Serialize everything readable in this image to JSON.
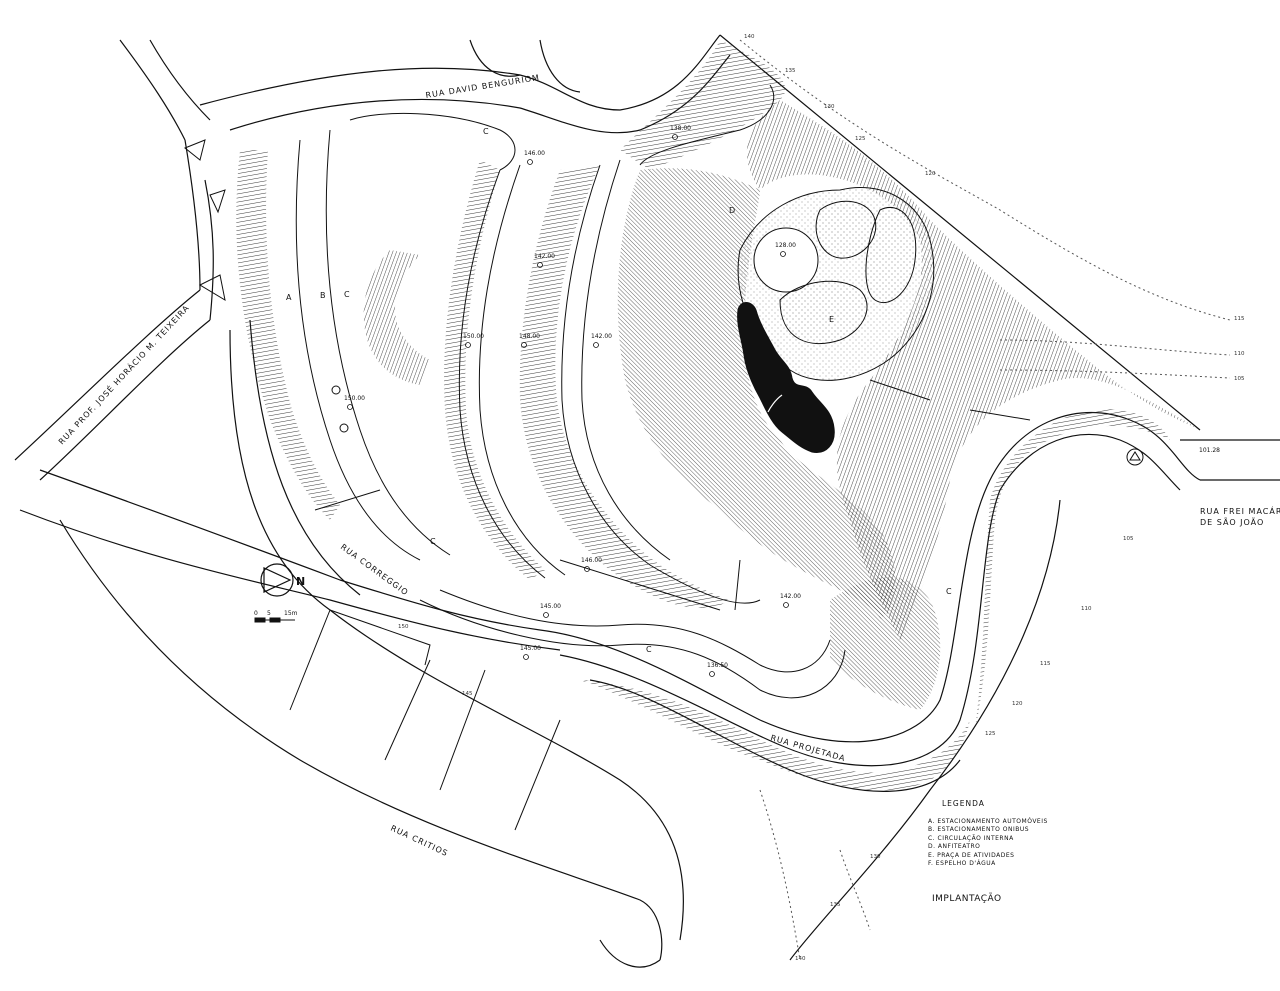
{
  "streets": {
    "david_benguriom": "RUA DAVID BENGURIOM",
    "horacio_teixeira": "RUA PROF. JOSÉ HORÁCIO M. TEIXEIRA",
    "correggio": "RUA CORREGGIO",
    "projetada": "RUA PROJETADA",
    "critios": "RUA CRITIOS",
    "frei_macario_1": "RUA FREI MACÁRIO",
    "frei_macario_2": "DE SÃO JOÃO"
  },
  "elevations": {
    "e146a": "146.00",
    "e138": "138.00",
    "e142a": "142.00",
    "e128": "128.00",
    "e150": "150.00",
    "e148": "148.00",
    "e142b": "142.00",
    "e150b": "150.00",
    "e146b": "146.00",
    "e145": "145.00",
    "e142c": "142.00",
    "e145b": "145.00",
    "e13650": "136.50",
    "e10128": "101.28"
  },
  "contours": [
    "140",
    "135",
    "130",
    "125",
    "120",
    "115",
    "110",
    "105",
    "150",
    "145",
    "105",
    "110",
    "115",
    "120",
    "125",
    "130",
    "135",
    "140"
  ],
  "area_letters": [
    "A",
    "B",
    "C",
    "C",
    "C",
    "D",
    "E",
    "C",
    "C"
  ],
  "north": {
    "label": "N",
    "scale_0": "0",
    "scale_5": "5",
    "scale_15": "15m"
  },
  "legend": {
    "title": "LEGENDA",
    "items": [
      "A. ESTACIONAMENTO AUTOMÓVEIS",
      "B. ESTACIONAMENTO ONIBUS",
      "C. CIRCULAÇÃO INTERNA",
      "D. ANFITEATRO",
      "E. PRAÇA DE ATIVIDADES",
      "F. ESPELHO D'ÁGUA"
    ]
  },
  "sheet_title": "IMPLANTAÇÃO"
}
